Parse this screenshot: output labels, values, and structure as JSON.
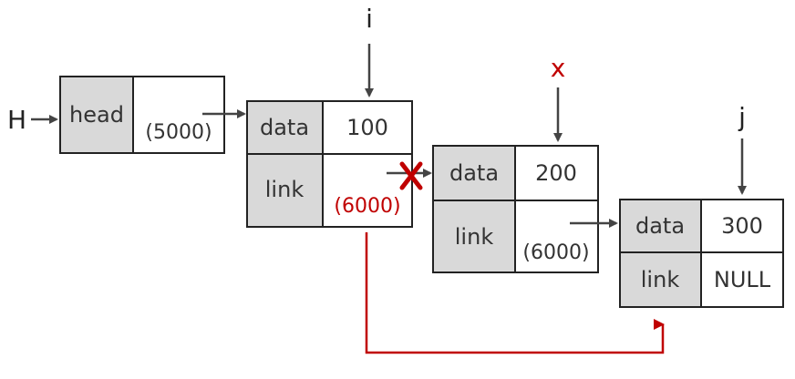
{
  "colors": {
    "accent_red": "#c00000",
    "arrow_gray": "#444444",
    "cell_gray": "#d9d9d9"
  },
  "pointers": {
    "H": "H",
    "i": "i",
    "x": "x",
    "j": "j"
  },
  "head_node": {
    "label": "head",
    "address": "(5000)"
  },
  "nodes": [
    {
      "data_label": "data",
      "data_value": "100",
      "link_label": "link",
      "link_value": "(6000)"
    },
    {
      "data_label": "data",
      "data_value": "200",
      "link_label": "link",
      "link_value": "(6000)"
    },
    {
      "data_label": "data",
      "data_value": "300",
      "link_label": "link",
      "link_value": "NULL"
    }
  ],
  "annotations": {
    "cross_mark": "X"
  }
}
